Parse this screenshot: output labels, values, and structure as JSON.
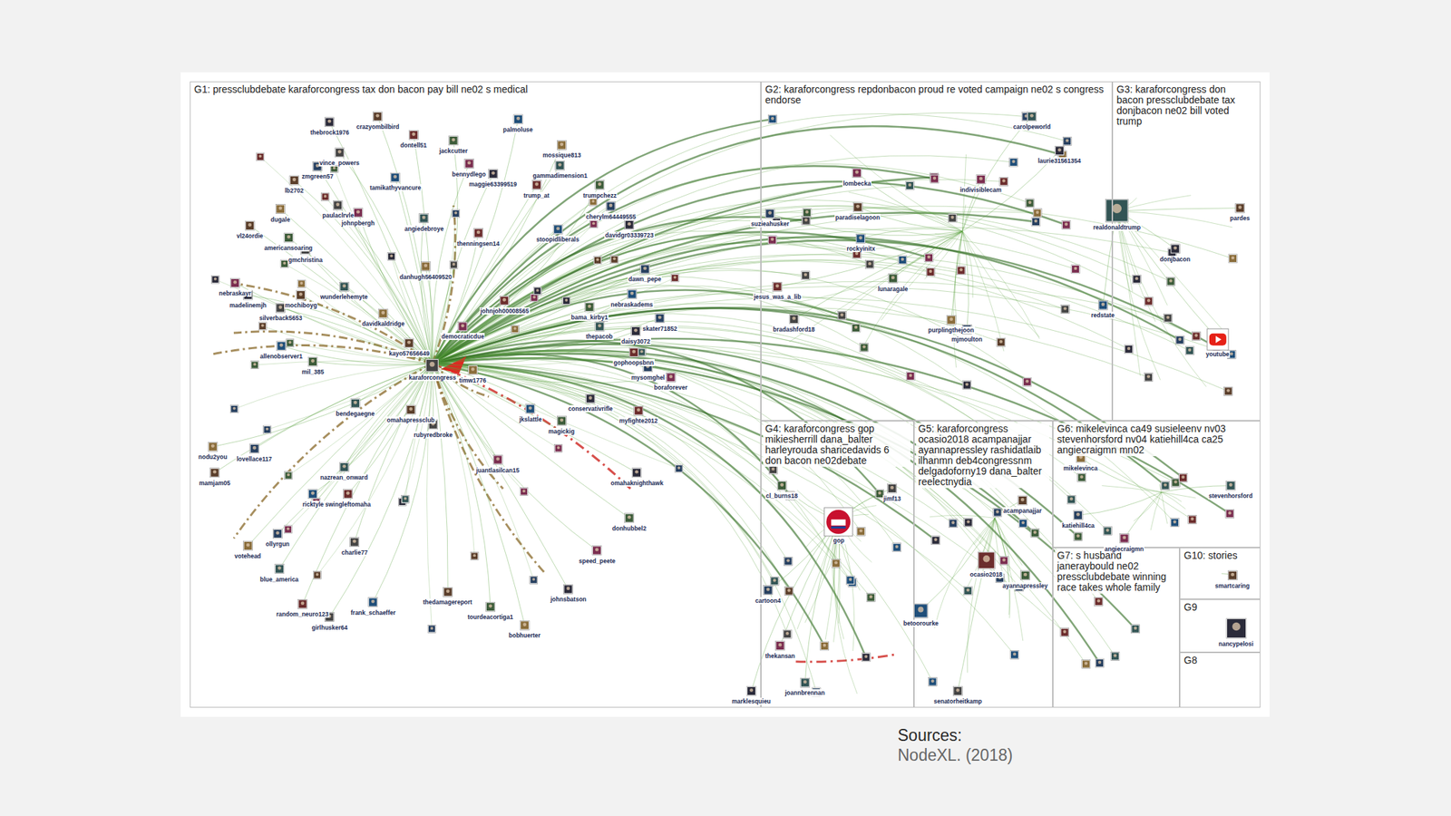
{
  "diagram": {
    "nodes": [
      {
        "text": [
          "G1: pressclubdebate karaforcongress tax don bacon pay bill ne02 s medical"
        ]
      },
      {
        "text": [
          "G2: karaforcongress repdonbacon proud re voted campaign ne02 s congress endorse"
        ]
      },
      {
        "text": [
          "G3: karaforcongress don bacon pressclubdebate tax donjbacon ne02 bill voted trump"
        ]
      },
      {
        "text": [
          "G4: karaforcongress gop mikiesherrill dana_balter harleyrouda sharicedavids 6 don bacon ne02debate"
        ]
      },
      {
        "text": [
          "G5: karaforcongress ocasio2018 acampanajjar ayannapressley rashidatlaib ilhanmn deb4congressnm delgadoforny19 dana_balter reelectnydia"
        ]
      },
      {
        "text": [
          "G6: mikelevinca ca49 susieleenv nv03 stevenhorsford nv04 katiehill4ca ca25 angiecraigmn mn02"
        ]
      },
      {
        "text": [
          "G7: s husband janeraybould ne02 pressclubdebate winning race takes whole family"
        ]
      },
      {
        "text": [
          "G10: stories"
        ]
      },
      {
        "text": [
          "G9"
        ]
      },
      {
        "text": [
          "G8"
        ]
      }
    ],
    "labels": [
      "thebrock1976",
      "crazyombilbird",
      "palmoluse",
      "dontell51",
      "jackcutter",
      "vince_powers",
      "mossique813",
      "zmgreen57",
      "bennydlego",
      "gammadimension1",
      "maggie63399519",
      "lb2702",
      "tamikathyvancure",
      "trump_at",
      "trumpchezz",
      "paulaclrvle",
      "dugale",
      "cherylm64449555",
      "johnpbergh",
      "angiedebroye",
      "davidgr03339723",
      "vl24ordie",
      "stoopidliberals",
      "thenningsen14",
      "americansoaring",
      "gmchristina",
      "danhugh56409520",
      "dawn_pepe",
      "nebraskayr",
      "wunderlehemyte",
      "madelinemjh",
      "mochiboyg",
      "nebraskadems",
      "johnjoh00008565",
      "bama_kirby1",
      "silverback5653",
      "davidkaldridge",
      "skater71852",
      "democraticdue",
      "thepacob",
      "daisy3072",
      "kayo57656649",
      "allenobserver1",
      "gophoopsbnn",
      "mil_385",
      "karaforcongress",
      "timw1776",
      "mysomghel",
      "boraforever",
      "bendegaegne",
      "conservativrifle",
      "omahapressclub",
      "jkslattle",
      "myfighte2012",
      "magickig",
      "rubyredbroke",
      "nodu2you",
      "lovellace117",
      "juantlasilcan15",
      "nazrean_onward",
      "omahaknighthawk",
      "mamjam05",
      "ricktyle",
      "swingleftomaha",
      "donhubbel2",
      "charlie77",
      "votehead",
      "ollyrgun",
      "speed_peete",
      "blue_america",
      "johnsbatson",
      "thedamagereport",
      "frank_schaeffer",
      "random_neuro123",
      "tourdeacortiga1",
      "girlhusker64",
      "bobhuerter",
      "suzieahusker",
      "lombecka",
      "carolpeworld",
      "laurie31561354",
      "paradiselagoon",
      "rockyinitx",
      "jesus_was_a_lib",
      "lunaragale",
      "bradashford18",
      "purplingthejoon",
      "mjmoulton",
      "indivisiblecam",
      "realdonaldtrump",
      "donjbacon",
      "pardes",
      "redstate",
      "youtube",
      "cl_burns18",
      "jimf13",
      "gop",
      "cartoon4",
      "thekansan",
      "joannbrennan",
      "marklesquieu",
      "acampanajjar",
      "betoorourke",
      "ocasio2018",
      "ayannapressley",
      "senatorheitkamp",
      "mikelevinca",
      "katiehill4ca",
      "angiecraigmn",
      "stevenhorsford",
      "nancypelosi",
      "smartcaring",
      "Sources:",
      "NodeXL. (2018)"
    ]
  }
}
